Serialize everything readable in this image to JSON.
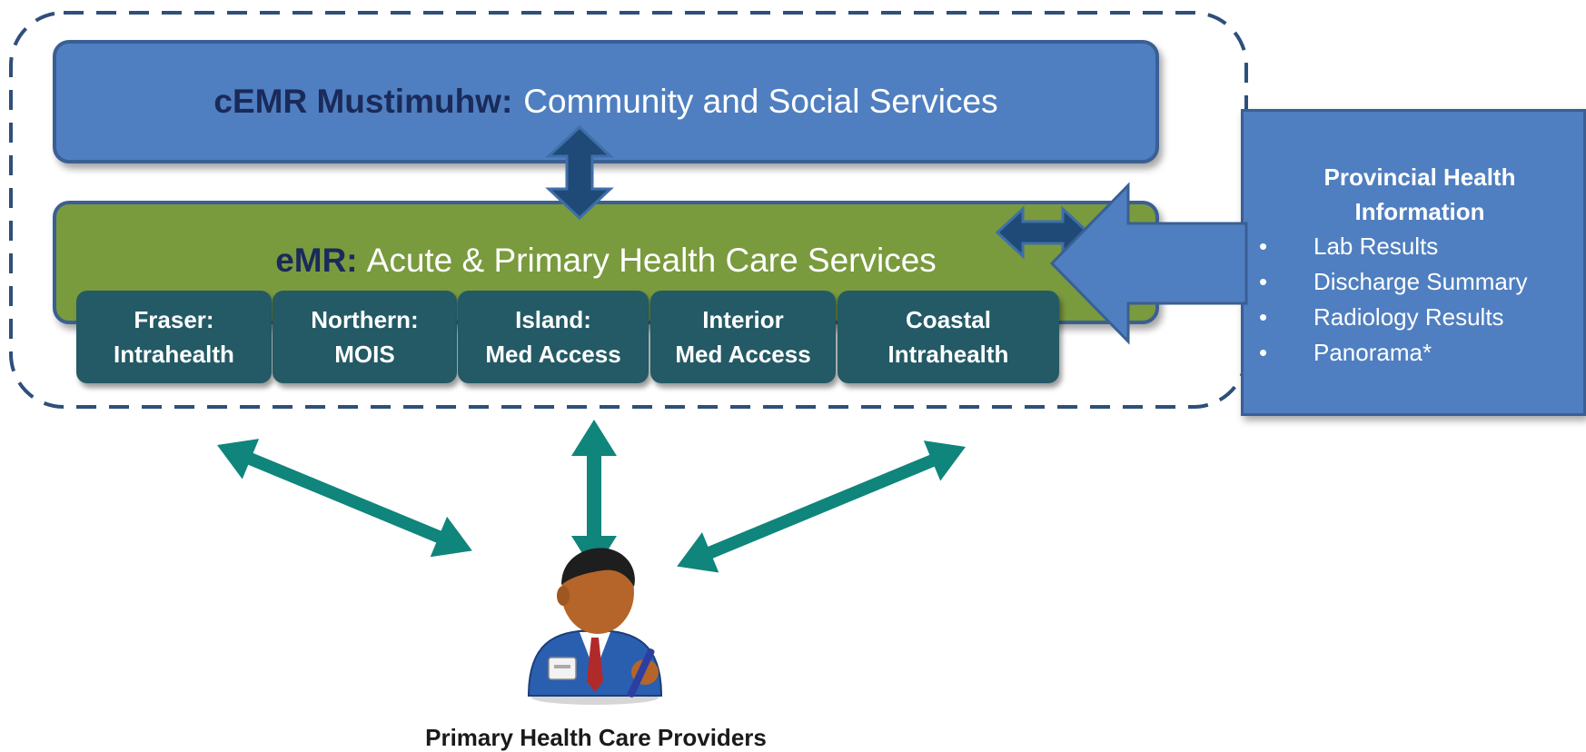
{
  "cemr": {
    "lead": "cEMR Mustimuhw:",
    "text": "Community and Social Services"
  },
  "emr": {
    "lead": "eMR:",
    "text": "Acute & Primary Health Care Services"
  },
  "health_authorities": [
    {
      "line1": "Fraser:",
      "line2": "Intrahealth"
    },
    {
      "line1": "Northern:",
      "line2": "MOIS"
    },
    {
      "line1": "Island:",
      "line2": "Med Access"
    },
    {
      "line1": "Interior",
      "line2": "Med Access"
    },
    {
      "line1": "Coastal",
      "line2": "Intrahealth"
    }
  ],
  "provincial": {
    "title_line1": "Provincial Health",
    "title_line2": "Information",
    "items": [
      "Lab Results",
      "Discharge Summary",
      "Radiology Results",
      "Panorama*"
    ],
    "bullet": "•"
  },
  "footer": {
    "label": "Primary Health Care Providers"
  },
  "icons": {
    "provider": "provider-person-icon"
  },
  "colors": {
    "cemr_fill": "#4f7fc0",
    "emr_fill": "#7a9a3e",
    "ha_fill": "#235a66",
    "arrow_teal": "#0f857c",
    "arrow_navy": "#1f4a78",
    "dash": "#2e4f7a"
  }
}
